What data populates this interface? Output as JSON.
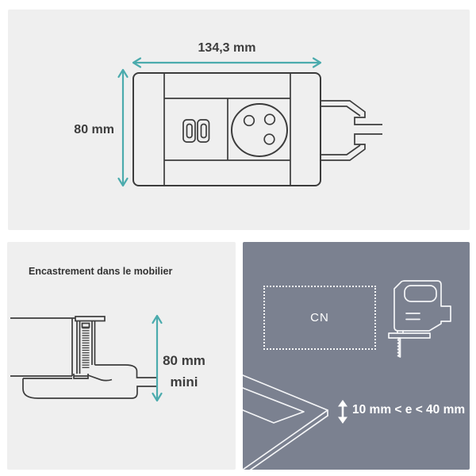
{
  "colors": {
    "panel_light_bg": "#efefef",
    "panel_dark_bg": "#7b8190",
    "line_art": "#3c3c3c",
    "accent_teal": "#4babad",
    "light_line_art": "#f4f5f7",
    "text_dark": "#3d3d3d",
    "text_light": "#ffffff"
  },
  "top_panel": {
    "width_dimension": "134,3 mm",
    "height_dimension": "80 mm"
  },
  "bottom_left_panel": {
    "title": "Encastrement dans le mobilier",
    "min_depth_value": "80 mm",
    "min_depth_qualifier": "mini"
  },
  "bottom_right_panel": {
    "cutout_label": "CN",
    "panel_thickness_label": "10 mm < e < 40 mm",
    "icons": {
      "cutting_tool": "jigsaw-icon",
      "thickness": "updown-arrow-icon"
    }
  }
}
